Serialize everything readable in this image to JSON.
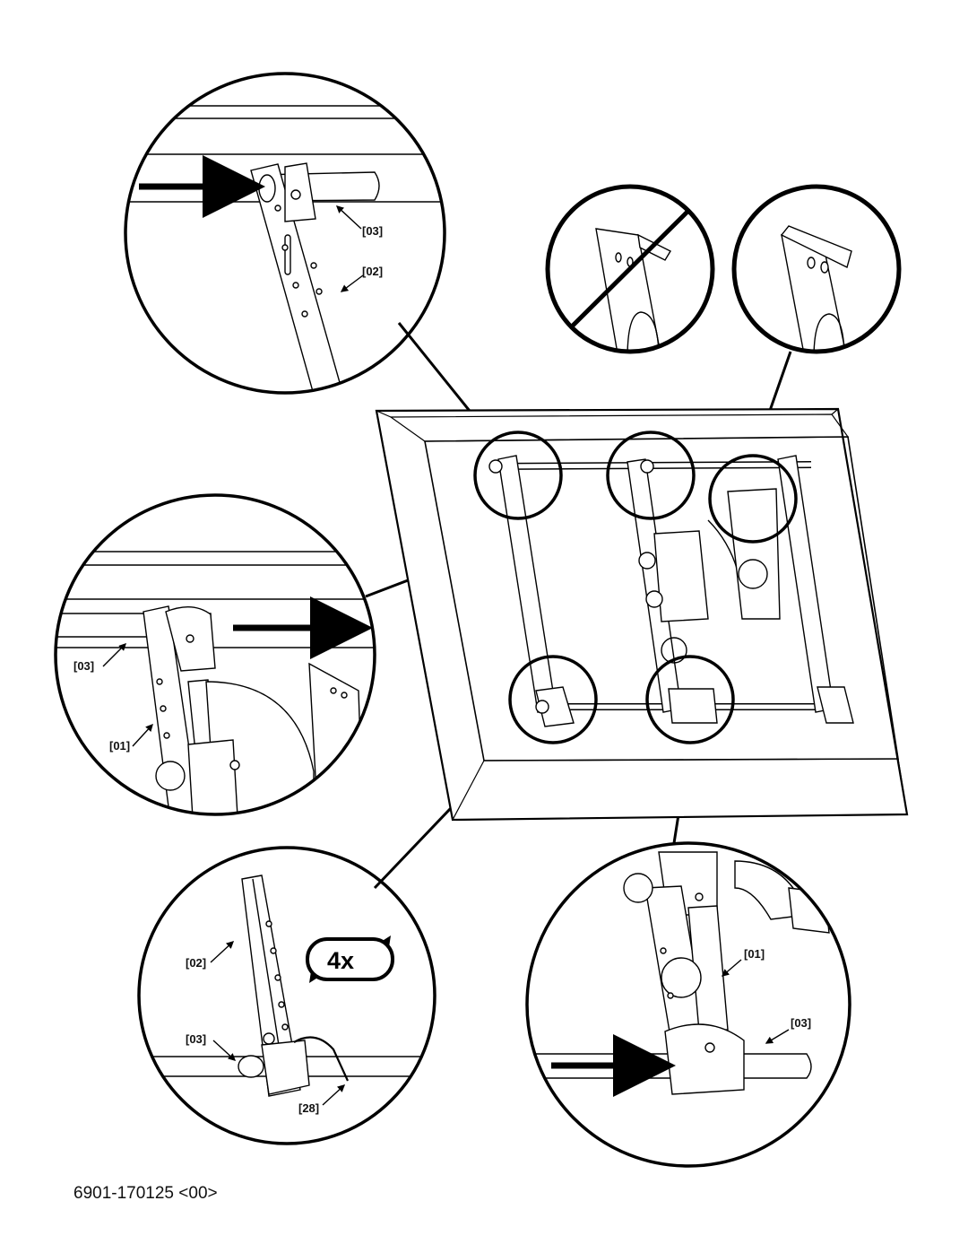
{
  "document": {
    "reference_code": "6901-170125 <00>"
  },
  "callouts": {
    "top_left": {
      "label_a": "[03]",
      "label_b": "[02]"
    },
    "left_middle": {
      "label_a": "[03]",
      "label_b": "[01]"
    },
    "bottom_left": {
      "label_a": "[02]",
      "label_b": "[03]",
      "label_c": "[28]",
      "repeat_badge": "4x"
    },
    "bottom_right": {
      "label_a": "[01]",
      "label_b": "[03]"
    }
  },
  "indicators": {
    "incorrect_orientation": "prohibited-circle",
    "correct_orientation": "ok-circle"
  }
}
